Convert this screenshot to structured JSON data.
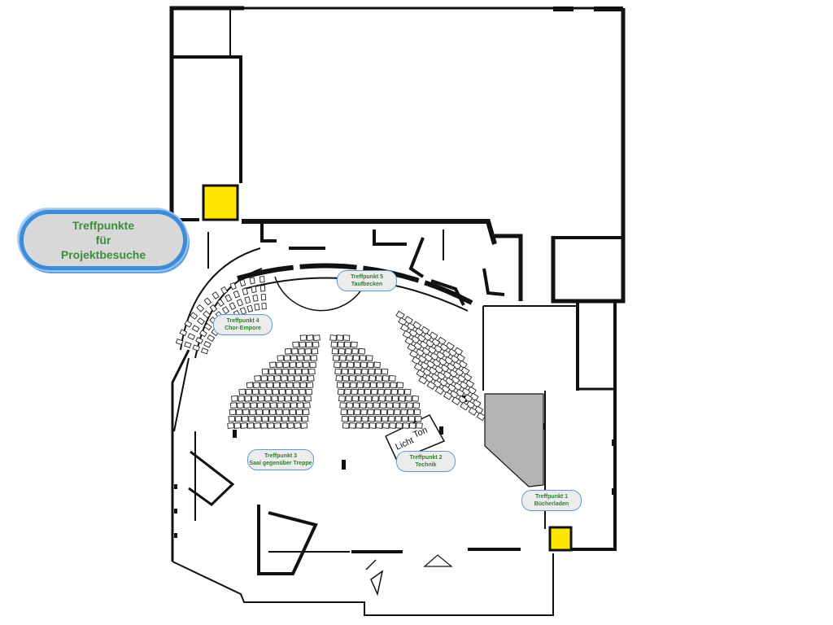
{
  "legend": {
    "title": "Treffpunkte\nfür\nProjektbesuche"
  },
  "meeting_points": [
    {
      "id": "tp1",
      "line1": "Treffpunkt 1",
      "line2": "Bücherladen"
    },
    {
      "id": "tp2",
      "line1": "Treffpunkt 2",
      "line2": "Technik"
    },
    {
      "id": "tp3",
      "line1": "Treffpunkt 3",
      "line2": "Saal gegenüber Treppe"
    },
    {
      "id": "tp4",
      "line1": "Treffpunkt 4",
      "line2": "Chor-Empore"
    },
    {
      "id": "tp5",
      "line1": "Treffpunkt 5",
      "line2": "Taufbecken"
    }
  ],
  "plan_labels": {
    "licht": "Licht",
    "ton": "Ton"
  },
  "colors": {
    "wall": "#111111",
    "highlight": "#ffe600",
    "shaded_room": "#b4b4b4",
    "badge_border": "#5b9bd5",
    "label_green": "#2e7d32"
  }
}
